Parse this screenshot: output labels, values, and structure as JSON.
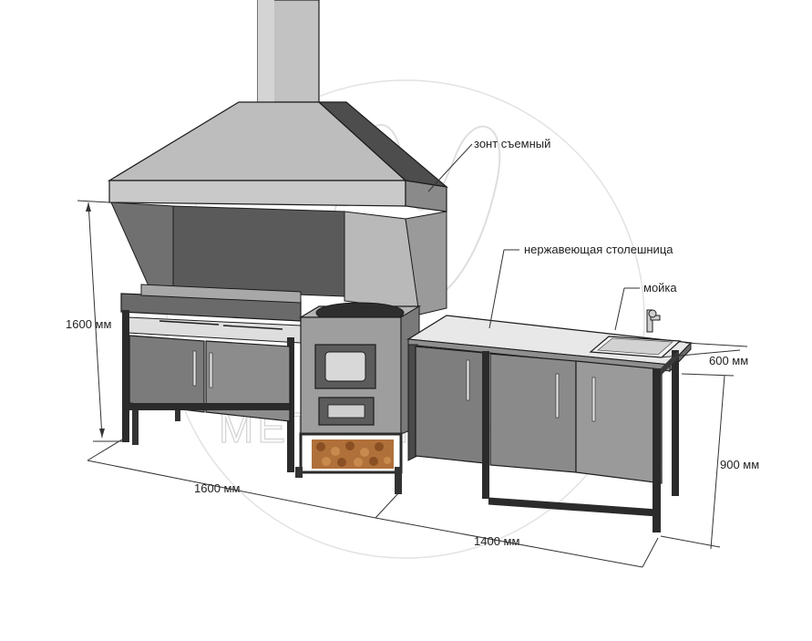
{
  "labels": {
    "hood": "зонт съемный",
    "countertop": "нержавеющая столешница",
    "sink": "мойка"
  },
  "dimensions": {
    "height_left": "1600 мм",
    "width_left": "1600 мм",
    "width_right": "1400 мм",
    "depth": "600 мм",
    "height_right": "900 мм"
  },
  "watermark": "МЕТАЛ-МАНГАЛ",
  "colors": {
    "metal_light": "#c4c4c4",
    "metal_mid": "#9a9a9a",
    "metal_dark": "#5f5f5f",
    "frame": "#2b2b2b",
    "firewood": "#b0703a"
  }
}
